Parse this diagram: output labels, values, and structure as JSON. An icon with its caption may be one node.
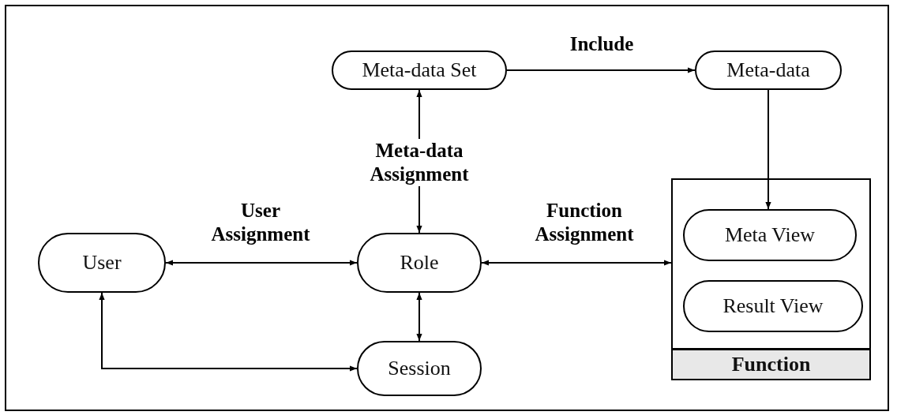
{
  "diagram": {
    "nodes": [
      {
        "text": [
          "Meta-data Set"
        ]
      },
      {
        "text": [
          "Meta-data"
        ]
      },
      {
        "text": [
          "User"
        ]
      },
      {
        "text": [
          "Role"
        ]
      },
      {
        "text": [
          "Function"
        ]
      },
      {
        "text": [
          "Meta View"
        ],
        "in": 4
      },
      {
        "text": [
          "Result View"
        ],
        "in": 4
      },
      {
        "text": [
          "Session"
        ]
      }
    ],
    "edges": [
      {
        "from": 0,
        "to": 1,
        "arrow": "to",
        "label": "Include"
      },
      {
        "from": 1,
        "to": 5,
        "arrow": "to"
      },
      {
        "from": 2,
        "to": 3,
        "arrow": "both",
        "label": "User Assignment"
      },
      {
        "from": 0,
        "to": 3,
        "arrow": "both",
        "label": "Meta-data Assignment"
      },
      {
        "from": 3,
        "to": 4,
        "arrow": "both",
        "label": "Function Assignment"
      },
      {
        "from": 3,
        "to": 7,
        "arrow": "both"
      },
      {
        "from": 2,
        "to": 7,
        "arrow": "both"
      }
    ]
  }
}
